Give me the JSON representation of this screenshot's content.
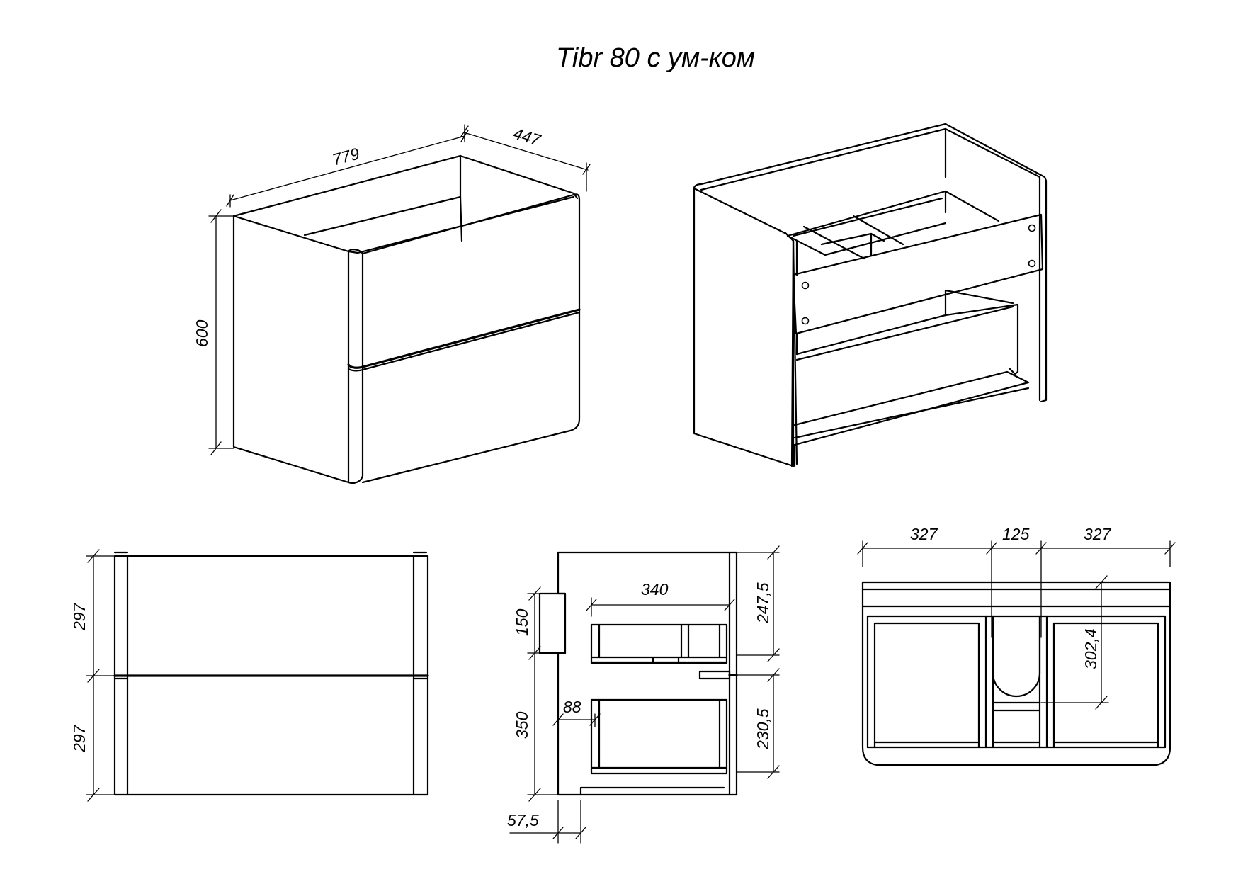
{
  "title": "Tibr 80 с ум-ком",
  "dimensions": {
    "iso_width": "779",
    "iso_depth": "447",
    "iso_height": "600",
    "front_drawer_top": "297",
    "front_drawer_bottom": "297",
    "side_inner_depth": "340",
    "side_top_gap": "247,5",
    "side_siphon_height": "150",
    "side_drawer_gap": "350",
    "side_bottom_offset": "88",
    "side_lower_gap": "230,5",
    "side_foot": "57,5",
    "top_left": "327",
    "top_center": "125",
    "top_right": "327",
    "top_cutout_depth": "302,4"
  }
}
